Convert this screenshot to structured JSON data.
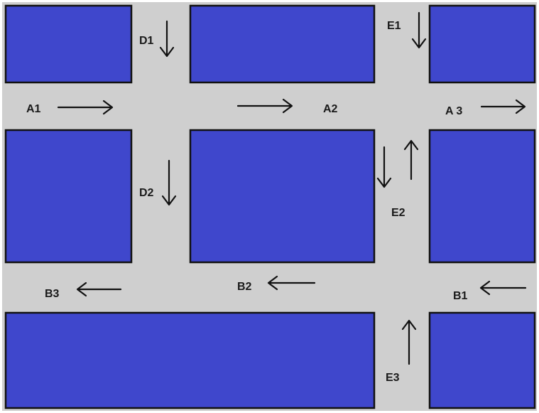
{
  "colors": {
    "block": "#3f47cc",
    "road": "#cfcfcf",
    "outline": "#111111"
  },
  "labels": {
    "A1": "A1",
    "A2": "A2",
    "A3": "A 3",
    "B1": "B1",
    "B2": "B2",
    "B3": "B3",
    "D1": "D1",
    "D2": "D2",
    "E1": "E1",
    "E2": "E2",
    "E3": "E3"
  },
  "flows": [
    {
      "road": "A1",
      "direction": "east"
    },
    {
      "road": "A2",
      "direction": "east"
    },
    {
      "road": "A3",
      "direction": "east"
    },
    {
      "road": "B1",
      "direction": "west"
    },
    {
      "road": "B2",
      "direction": "west"
    },
    {
      "road": "B3",
      "direction": "west"
    },
    {
      "road": "D1",
      "direction": "south"
    },
    {
      "road": "D2",
      "direction": "south"
    },
    {
      "road": "E1",
      "direction": "south"
    },
    {
      "road": "E2",
      "direction": "south"
    },
    {
      "road": "E2",
      "direction": "north"
    },
    {
      "road": "E3",
      "direction": "north"
    }
  ]
}
